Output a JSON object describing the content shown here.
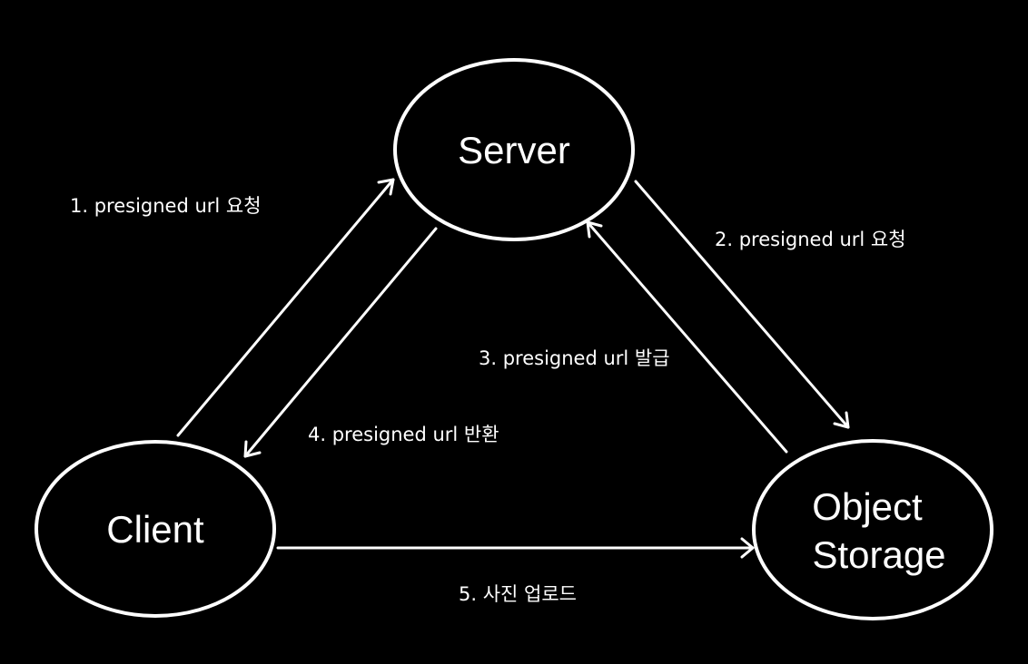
{
  "nodes": {
    "server": {
      "label": "Server"
    },
    "client": {
      "label": "Client"
    },
    "storage": {
      "label_line1": "Object",
      "label_line2": "Storage"
    }
  },
  "edges": [
    {
      "label": "1. presigned url 요청"
    },
    {
      "label": "2. presigned url 요청"
    },
    {
      "label": "3. presigned url 발급"
    },
    {
      "label": "4. presigned url 반환"
    },
    {
      "label": "5. 사진 업로드"
    }
  ],
  "colors": {
    "background": "#000000",
    "foreground": "#ffffff"
  }
}
